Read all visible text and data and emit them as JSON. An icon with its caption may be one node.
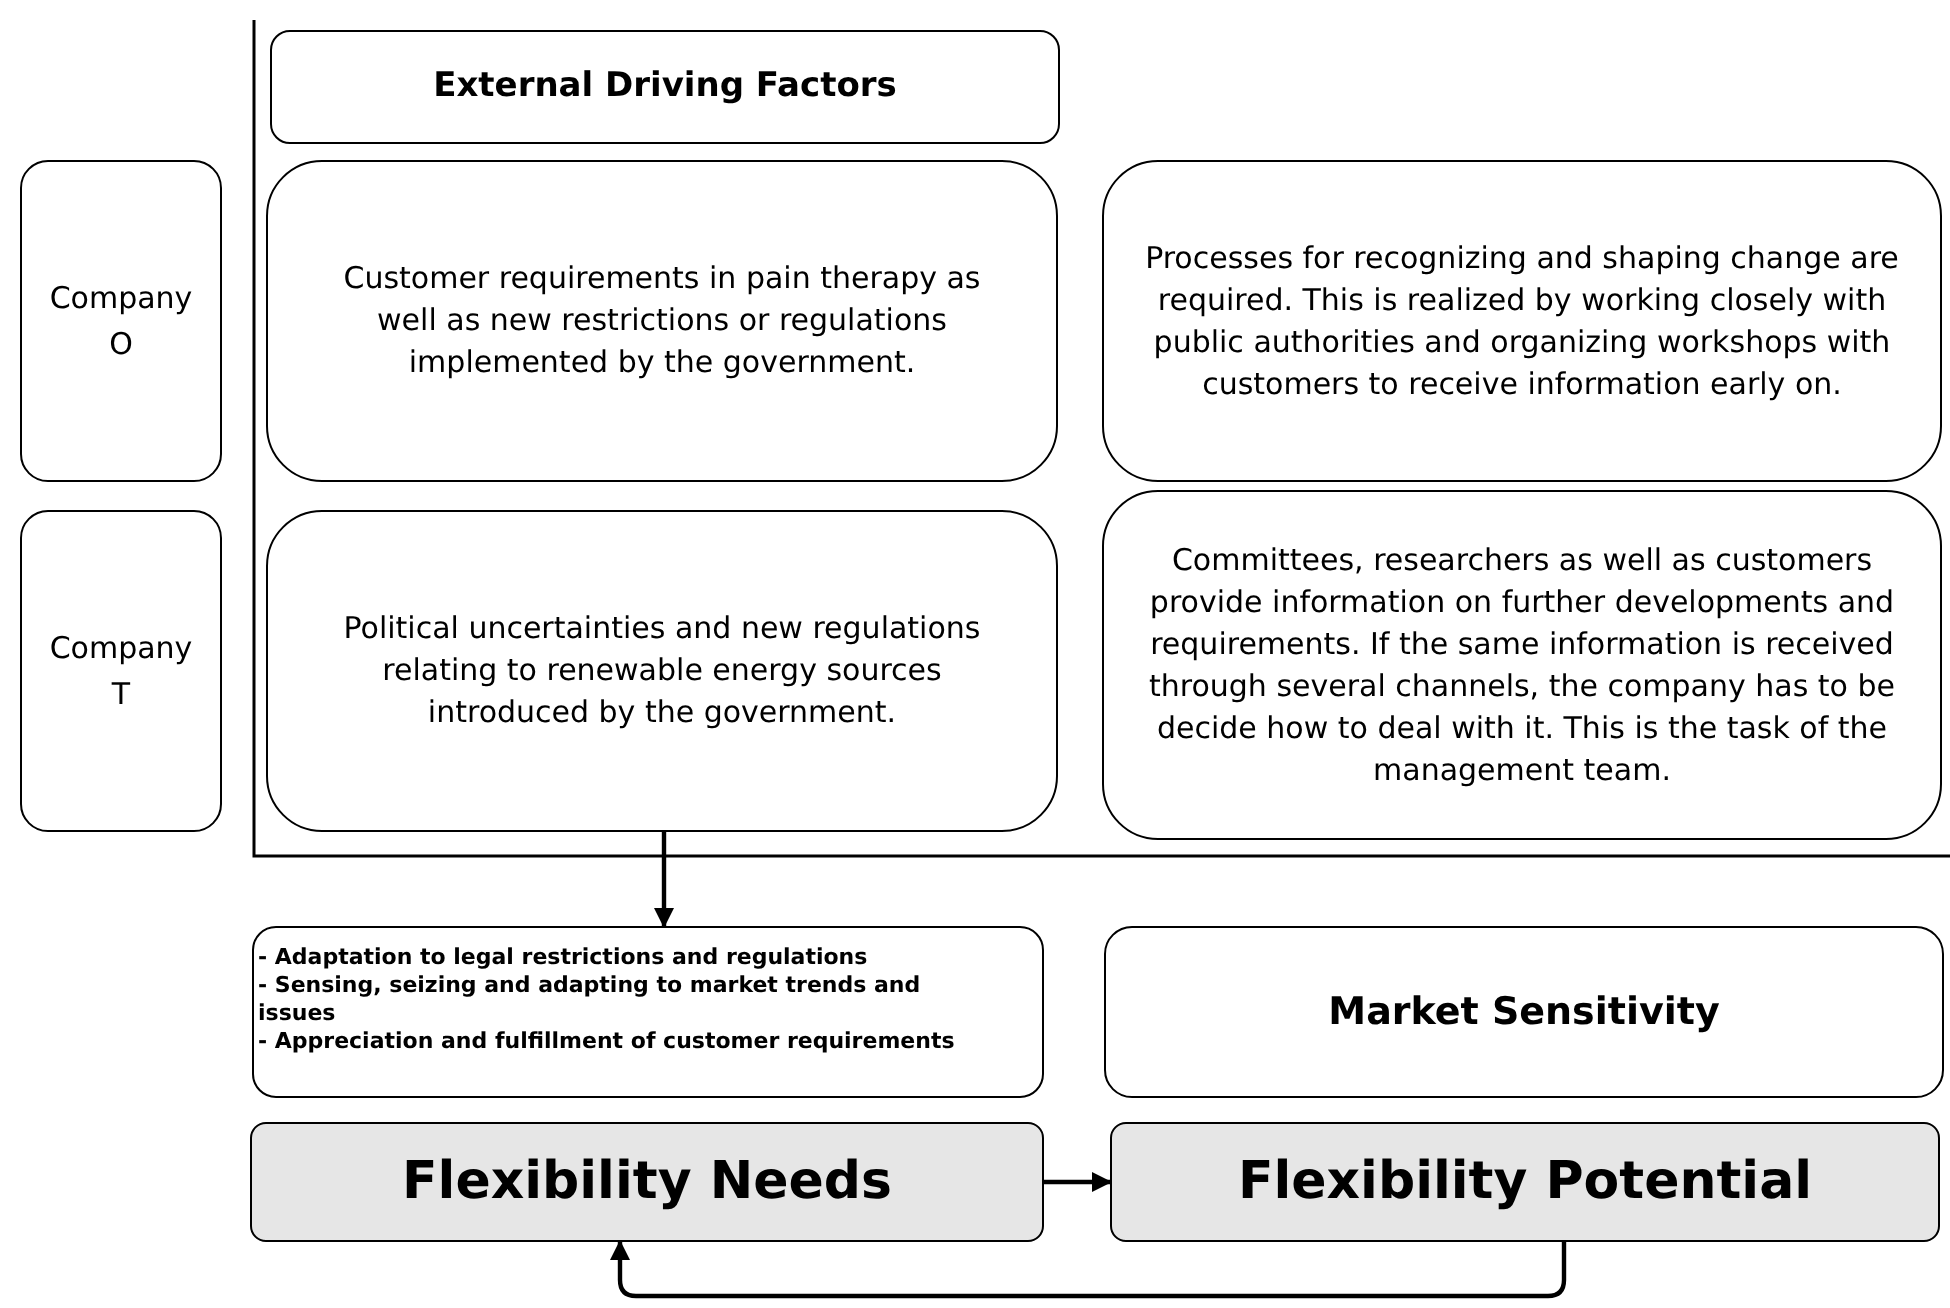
{
  "diagram": {
    "nodes": [
      {
        "text": [
          "External Driving Factors"
        ]
      },
      {
        "text": [
          "Company O"
        ]
      },
      {
        "text": [
          "Customer requirements in pain therapy as well as new restrictions or regulations implemented by the government."
        ]
      },
      {
        "text": [
          "Processes for recognizing and shaping change are required. This is realized by working closely with public authorities and organizing workshops with customers to receive information early on."
        ]
      },
      {
        "text": [
          "Company T"
        ]
      },
      {
        "text": [
          "Political uncertainties and new regulations relating to renewable energy sources introduced by the government."
        ]
      },
      {
        "text": [
          "Committees, researchers as well as customers provide information on further developments and requirements. If the same information is received through several channels, the company has to be decide how to deal with it. This is the task of the management team."
        ]
      },
      {
        "text": [
          "- Adaptation to legal restrictions and regulations",
          "- Sensing, seizing and adapting to market trends and issues",
          "- Appreciation and fulfillment of customer requirements"
        ]
      },
      {
        "text": [
          "Market Sensitivity"
        ]
      },
      {
        "text": [
          "Flexibility Needs"
        ]
      },
      {
        "text": [
          "Flexibility Potential"
        ]
      }
    ],
    "edges": [
      {
        "from": 5,
        "to": 7,
        "arrow": "to"
      },
      {
        "from": 9,
        "to": 10,
        "arrow": "to"
      },
      {
        "from": 10,
        "to": 9,
        "arrow": "to"
      }
    ]
  }
}
